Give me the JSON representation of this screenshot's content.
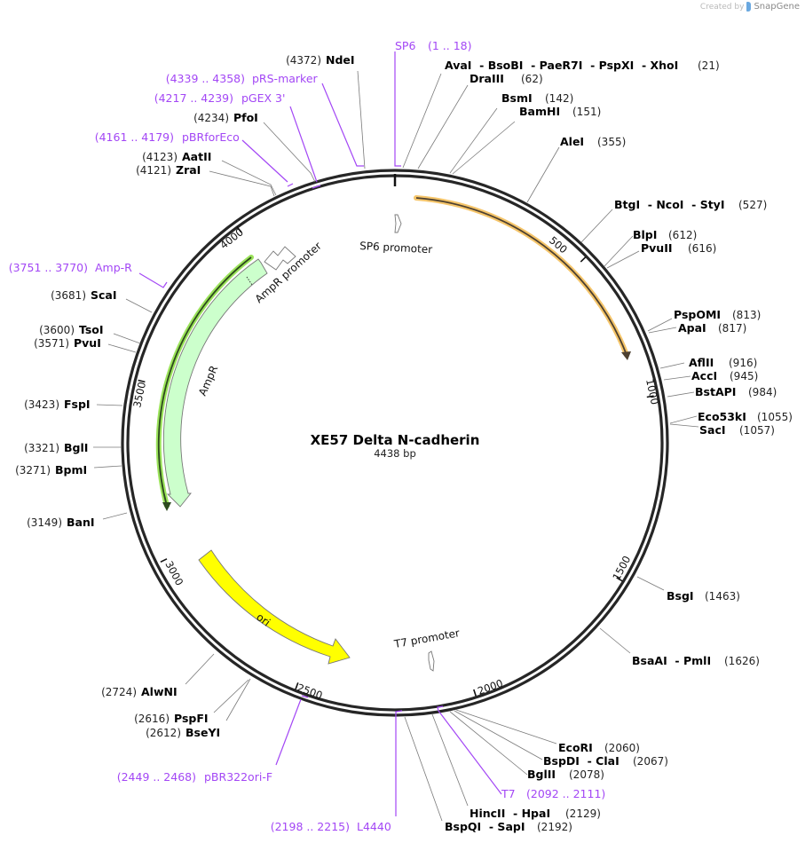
{
  "credit": {
    "prefix": "Created by",
    "brand": "SnapGene"
  },
  "plasmid": {
    "name": "XE57 Delta N-cadherin",
    "length_label": "4438 bp",
    "length": 4438
  },
  "ticks": [
    "500",
    "1000",
    "1500",
    "2000",
    "2500",
    "3000",
    "3500",
    "4000"
  ],
  "features": {
    "sp6_promoter": "SP6 promoter",
    "ampr_promoter": "AmpR promoter",
    "ampr": "AmpR",
    "ori": "ori",
    "t7_promoter": "T7 promoter"
  },
  "colors": {
    "ori": "#ffff00",
    "ampr": "#ccffcc",
    "insert_orange": "#f5c56a",
    "green_highlight": "#9be35a",
    "primer": "#a347f5",
    "backbone": "#262626"
  },
  "enzymes_right": [
    {
      "names": "AvaI  - BsoBI  - PaeR7I  - PspXI  - XhoI",
      "pos": "(21)"
    },
    {
      "names": "DraIII",
      "pos": "(62)"
    },
    {
      "names": "BsmI",
      "pos": "(142)"
    },
    {
      "names": "BamHI",
      "pos": "(151)"
    },
    {
      "names": "AleI",
      "pos": "(355)"
    },
    {
      "names": "BtgI  - NcoI  - StyI",
      "pos": "(527)"
    },
    {
      "names": "BlpI",
      "pos": "(612)"
    },
    {
      "names": "PvuII",
      "pos": "(616)"
    },
    {
      "names": "PspOMI",
      "pos": "(813)"
    },
    {
      "names": "ApaI",
      "pos": "(817)"
    },
    {
      "names": "AflII",
      "pos": "(916)"
    },
    {
      "names": "AccI",
      "pos": "(945)"
    },
    {
      "names": "BstAPI",
      "pos": "(984)"
    },
    {
      "names": "Eco53kI",
      "pos": "(1055)"
    },
    {
      "names": "SacI",
      "pos": "(1057)"
    },
    {
      "names": "BsgI",
      "pos": "(1463)"
    },
    {
      "names": "BsaAI  - PmlI",
      "pos": "(1626)"
    },
    {
      "names": "EcoRI",
      "pos": "(2060)"
    },
    {
      "names": "BspDI  - ClaI",
      "pos": "(2067)"
    },
    {
      "names": "BglII",
      "pos": "(2078)"
    },
    {
      "names": "HincII  - HpaI",
      "pos": "(2129)"
    },
    {
      "names": "BspQI  - SapI",
      "pos": "(2192)"
    }
  ],
  "enzymes_left": [
    {
      "names": "NdeI",
      "pos": "(4372)"
    },
    {
      "names": "PfoI",
      "pos": "(4234)"
    },
    {
      "names": "AatII",
      "pos": "(4123)"
    },
    {
      "names": "ZraI",
      "pos": "(4121)"
    },
    {
      "names": "ScaI",
      "pos": "(3681)"
    },
    {
      "names": "TsoI",
      "pos": "(3600)"
    },
    {
      "names": "PvuI",
      "pos": "(3571)"
    },
    {
      "names": "FspI",
      "pos": "(3423)"
    },
    {
      "names": "BglI",
      "pos": "(3321)"
    },
    {
      "names": "BpmI",
      "pos": "(3271)"
    },
    {
      "names": "BanI",
      "pos": "(3149)"
    },
    {
      "names": "AlwNI",
      "pos": "(2724)"
    },
    {
      "names": "PspFI",
      "pos": "(2616)"
    },
    {
      "names": "BseYI",
      "pos": "(2612)"
    }
  ],
  "primers": [
    {
      "name": "SP6",
      "range": "(1 .. 18)"
    },
    {
      "name": "pRS-marker",
      "range": "(4339 .. 4358)"
    },
    {
      "name": "pGEX 3'",
      "range": "(4217 .. 4239)"
    },
    {
      "name": "pBRforEco",
      "range": "(4161 .. 4179)"
    },
    {
      "name": "Amp-R",
      "range": "(3751 .. 3770)"
    },
    {
      "name": "T7",
      "range": "(2092 .. 2111)"
    },
    {
      "name": "pBR322ori-F",
      "range": "(2449 .. 2468)"
    },
    {
      "name": "L4440",
      "range": "(2198 .. 2215)"
    }
  ]
}
